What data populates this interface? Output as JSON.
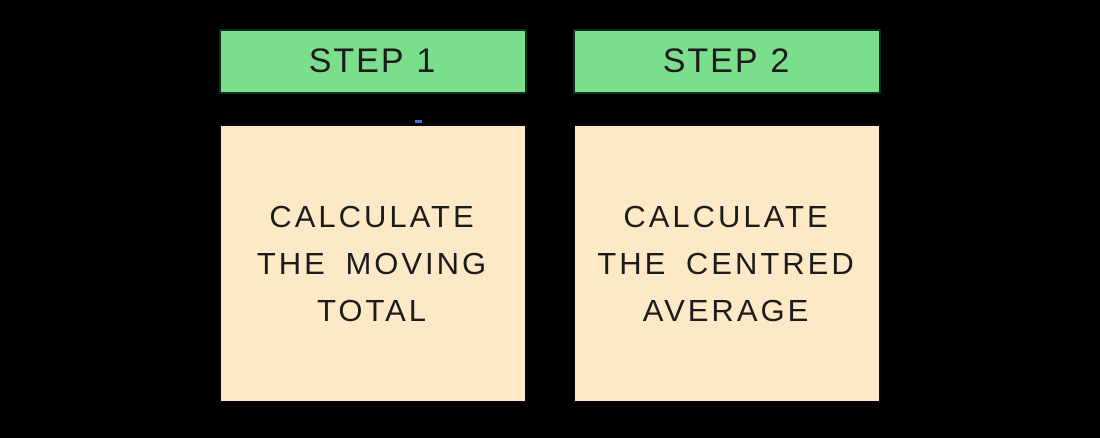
{
  "diagram": {
    "title": "two-step process diagram",
    "steps": [
      {
        "header": "STEP 1",
        "body_lines": [
          "CALCULATE",
          "THE MOVING",
          "TOTAL"
        ]
      },
      {
        "header": "STEP 2",
        "body_lines": [
          "CALCULATE",
          "THE CENTRED",
          "AVERAGE"
        ]
      }
    ]
  },
  "colors": {
    "background": "#000000",
    "header_fill": "#7BDE8D",
    "header_border": "#0E2F16",
    "body_fill": "#FDE9C5",
    "body_border": "#060606",
    "text": "#1C1C1C",
    "artifact_blue": "#3B6FD6"
  }
}
